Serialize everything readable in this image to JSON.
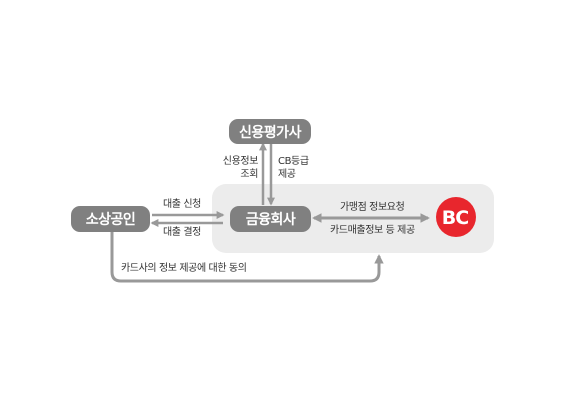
{
  "nodes": {
    "credit_agency": "신용평가사",
    "small_business": "소상공인",
    "financial_company": "금융회사"
  },
  "labels": {
    "credit_info_query": [
      "신용정보",
      "조회"
    ],
    "cb_grade_provide": [
      "CB등급",
      "제공"
    ],
    "loan_apply": "대출 신청",
    "loan_decision": "대출 결정",
    "merchant_info_request": "가맹점 정보요청",
    "card_sales_info_provide": "카드매출정보 등 제공",
    "card_info_consent": "카드사의 정보 제공에 대한 동의"
  },
  "logo": {
    "text": "BC",
    "color": "#e8262d"
  },
  "colors": {
    "node_fill": "#808080",
    "arrow": "#999999",
    "panel": "#ececec"
  }
}
